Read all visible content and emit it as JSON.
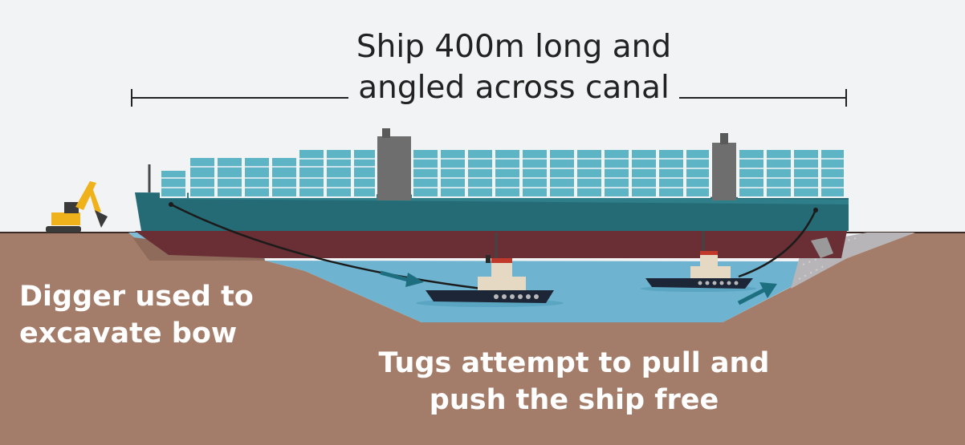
{
  "title": {
    "line1": "Ship 400m long and",
    "line2": "angled across canal"
  },
  "labels": {
    "digger_line1": "Digger used to",
    "digger_line2": "excavate bow",
    "tugs_line1": "Tugs attempt to pull and",
    "tugs_line2": "push the ship free"
  },
  "colors": {
    "background": "#f2f3f5",
    "ground": "#a47d6a",
    "water": "#6eb3cf",
    "hull_top": "#256b76",
    "hull_bottom": "#6a2f35",
    "containers": "#5cb4c4",
    "superstructure": "#6e6e6e",
    "digger": "#f0b21b",
    "arrow": "#1d6f80"
  },
  "icons": [
    "digger-icon",
    "container-ship-icon",
    "tugboat-icon",
    "arrow-icon",
    "dimension-bracket-icon"
  ]
}
